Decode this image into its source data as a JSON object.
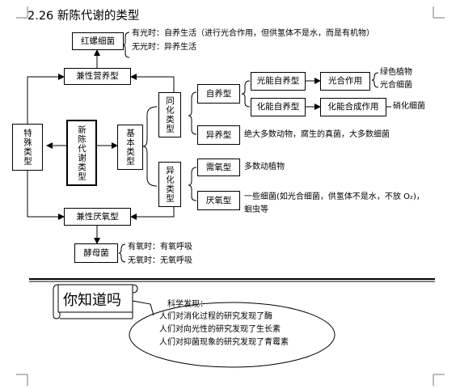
{
  "title": "2.26 新陈代谢的类型",
  "boxes": {
    "center": "新陈代谢类型",
    "special": "特殊类型",
    "basic": "基本类型",
    "facultative_autotroph": "兼性营养型",
    "red_spirillum": "红螺细菌",
    "assimilation": "同化类型",
    "dissimilation": "异化类型",
    "autotroph": "自养型",
    "heterotroph": "异养型",
    "photoautotroph": "光能自养型",
    "photosynthesis": "光合作用",
    "chemoautotroph": "化能自养型",
    "chemosynthesis": "化能合成作用",
    "aerobic": "需氧型",
    "anaerobic": "厌氧型",
    "facultative_anaerobe": "兼性厌氧型",
    "yeast": "酵母菌"
  },
  "texts": {
    "red_light": "有光时：自养生活（进行光合作用，但供氢体不是水，而是有机物）",
    "red_dark": "无光时：异养生活",
    "green_plants": "绿色植物",
    "photo_bacteria": "光合细菌",
    "nitrifying": "硝化细菌",
    "hetero_examples": "绝大多数动物，腐生的真菌，大多数细菌",
    "aerobic_examples": "多数动植物",
    "anaerobic_examples_1": "一些细菌(如光合细菌，供氢体不是水，不放 O₂)，",
    "anaerobic_examples_2": "蛔虫等",
    "yeast_o2": "有氧时：有氧呼吸",
    "yeast_no_o2": "无氧时：无氧呼吸"
  },
  "callout": {
    "title": "你知道吗",
    "heading": "科学发现：",
    "lines": [
      "人们对消化过程的研究发现了酶",
      "人们对向光性的研究发现了生长素",
      "人们对抑菌现象的研究发现了青霉素"
    ]
  }
}
